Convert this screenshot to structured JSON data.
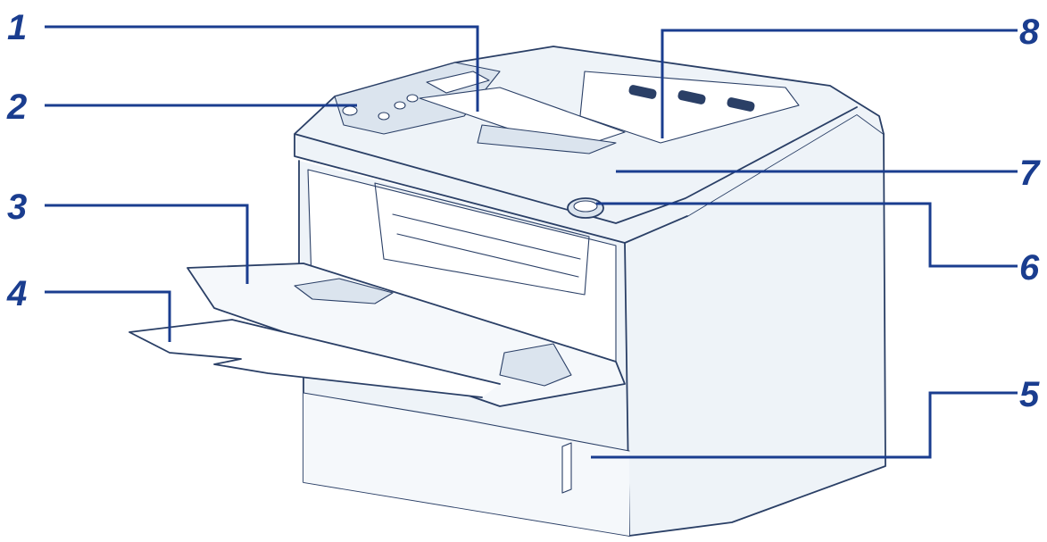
{
  "colors": {
    "callout_blue": "#1a3d8f",
    "printer_outline": "#2a3f66",
    "printer_fill": "#eef3f8",
    "printer_shade": "#dbe4ee"
  },
  "callouts": [
    {
      "id": "1",
      "label": "1"
    },
    {
      "id": "2",
      "label": "2"
    },
    {
      "id": "3",
      "label": "3"
    },
    {
      "id": "4",
      "label": "4"
    },
    {
      "id": "5",
      "label": "5"
    },
    {
      "id": "6",
      "label": "6"
    },
    {
      "id": "7",
      "label": "7"
    },
    {
      "id": "8",
      "label": "8"
    }
  ]
}
